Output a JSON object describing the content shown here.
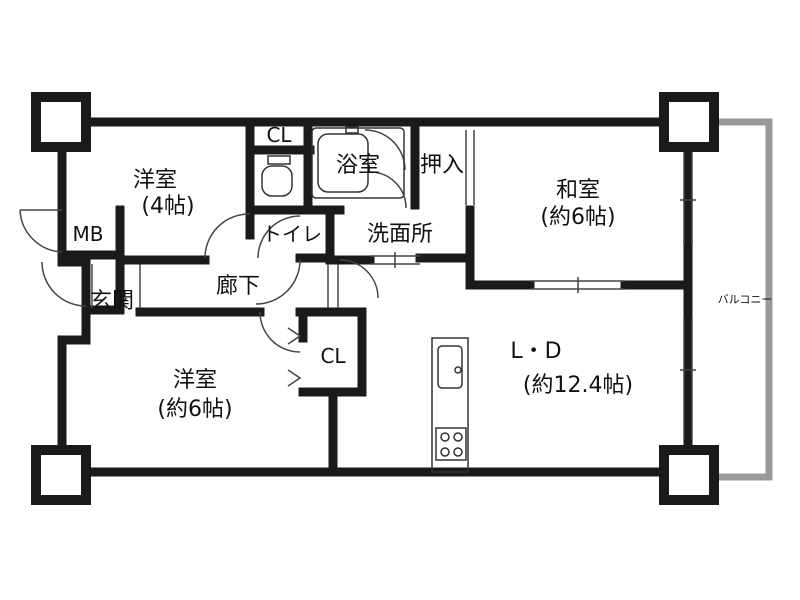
{
  "rooms": {
    "western_small": {
      "name": "洋室",
      "size": "(4帖)"
    },
    "western_large": {
      "name": "洋室",
      "size": "(約6帖)"
    },
    "japanese": {
      "name": "和室",
      "size": "(約6帖)"
    },
    "ld": {
      "name": "L・D",
      "size": "(約12.4帖)"
    }
  },
  "labels": {
    "cl_top": "CL",
    "bath": "浴室",
    "oshiire": "押入",
    "toilet": "トイレ",
    "washroom": "洗面所",
    "mb": "MB",
    "genkan": "玄関",
    "hallway": "廊下",
    "cl_mid": "CL",
    "balcony": "バルコニー"
  },
  "colors": {
    "wall": "#1a1a1a",
    "balcony": "#999999",
    "thin": "#444444",
    "background": "#ffffff"
  }
}
